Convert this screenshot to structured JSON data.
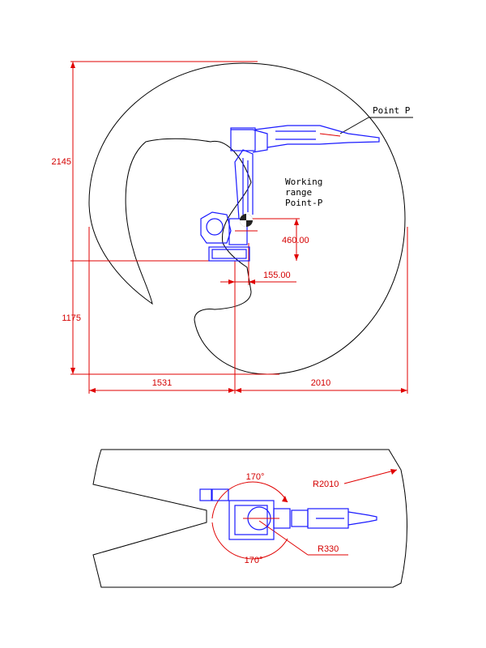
{
  "colors": {
    "dimension": "#e00000",
    "robot": "#1a1aff",
    "outline": "#000000",
    "background": "#ffffff"
  },
  "side_view": {
    "dimensions": {
      "height_top": "2145",
      "height_bottom": "1175",
      "width_left": "1531",
      "width_right": "2010",
      "offset_vertical": "460.00",
      "offset_horizontal": "155.00"
    },
    "labels": {
      "point_p": "Point P",
      "working_range_line1": "Working",
      "working_range_line2": "range",
      "working_range_line3": "Point-P"
    }
  },
  "top_view": {
    "dimensions": {
      "angle_top": "170°",
      "angle_bottom": "170°",
      "reach_radius": "R2010",
      "base_radius": "R330"
    }
  }
}
